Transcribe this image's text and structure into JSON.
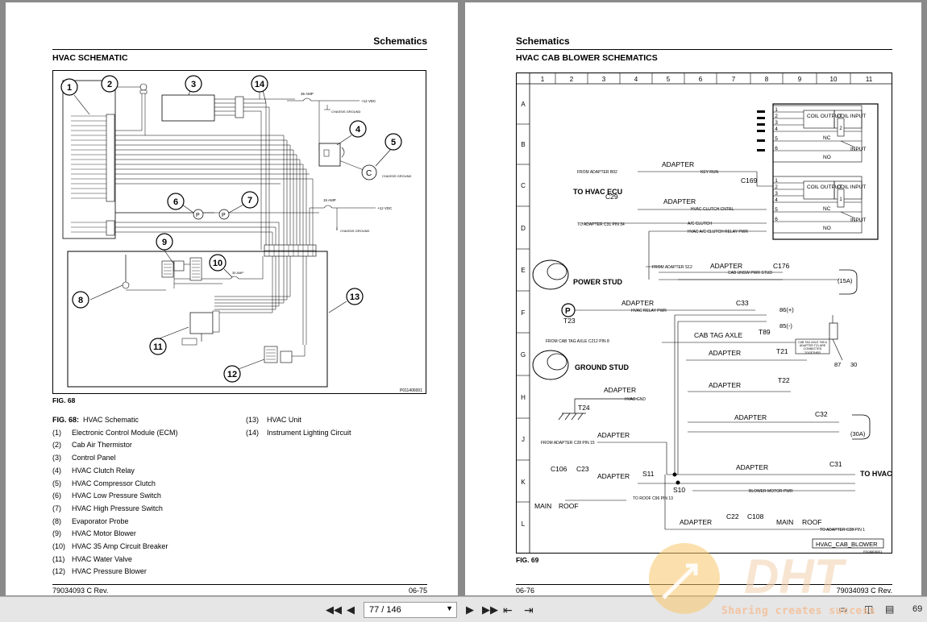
{
  "left_page": {
    "section": "Schematics",
    "heading": "HVAC SCHEMATIC",
    "fig_label": "FIG. 68",
    "diagram": {
      "callouts": [
        "1",
        "2",
        "3",
        "4",
        "5",
        "6",
        "7",
        "8",
        "9",
        "10",
        "11",
        "12",
        "13",
        "14"
      ],
      "amp35": "35 AMP",
      "amp15": "15 AMP",
      "amp35b": "35 AMP",
      "v12": "+12 VDC",
      "v12b": "+12 VDC",
      "chassis": "CHASSIS GROUND",
      "chassis2": "CHASSIS GROUND",
      "chassis3": "CHASSIS GROUND",
      "p_label": "P",
      "c_label": "C",
      "part_no": "P011406001"
    },
    "caption_prefix": "FIG. 68:",
    "caption_text": "HVAC Schematic",
    "legend_left": [
      {
        "n": "(1)",
        "t": "Electronic Control Module (ECM)"
      },
      {
        "n": "(2)",
        "t": "Cab Air Thermistor"
      },
      {
        "n": "(3)",
        "t": "Control Panel"
      },
      {
        "n": "(4)",
        "t": "HVAC Clutch Relay"
      },
      {
        "n": "(5)",
        "t": "HVAC Compressor Clutch"
      },
      {
        "n": "(6)",
        "t": "HVAC Low Pressure Switch"
      },
      {
        "n": "(7)",
        "t": "HVAC High Pressure Switch"
      },
      {
        "n": "(8)",
        "t": "Evaporator Probe"
      },
      {
        "n": "(9)",
        "t": "HVAC Motor Blower"
      },
      {
        "n": "(10)",
        "t": "HVAC 35 Amp Circuit Breaker"
      },
      {
        "n": "(11)",
        "t": "HVAC Water Valve"
      },
      {
        "n": "(12)",
        "t": "HVAC Pressure Blower"
      }
    ],
    "legend_right": [
      {
        "n": "(13)",
        "t": "HVAC Unit"
      },
      {
        "n": "(14)",
        "t": "Instrument Lighting Circuit"
      }
    ],
    "footer_left": "79034093 C Rev.",
    "footer_right": "06-75"
  },
  "right_page": {
    "section": "Schematics",
    "heading": "HVAC CAB BLOWER SCHEMATICS",
    "fig_label": "FIG. 69",
    "cols": [
      "1",
      "2",
      "3",
      "4",
      "5",
      "6",
      "7",
      "8",
      "9",
      "10",
      "11"
    ],
    "rows": [
      "A",
      "B",
      "C",
      "D",
      "E",
      "F",
      "G",
      "H",
      "J",
      "K",
      "L"
    ],
    "labels": {
      "coil_output": "COIL OUTPUT",
      "coil_input": "COIL INPUT",
      "coil_output2": "COIL OUTPUT",
      "coil_input2": "COIL INPUT",
      "nc": "NC",
      "no": "NO",
      "input": "INPUT",
      "nc2": "NC",
      "no2": "NO",
      "input2": "INPUT",
      "adapter": "ADAPTER",
      "from_adapter_b92": "FROM ADAPTER B92",
      "key_run": "KEY RUN",
      "c169": "C169",
      "to_hvac_ecu": "TO HVAC ECU",
      "c29": "C29",
      "hvac_clutch_cntrl": "HVAC CLUTCH CNTRL",
      "to_adapter_c31": "TO ADAPTER C31 PIN 34",
      "ac_clutch": "A/C CLUTCH",
      "ac_clutch_relay": "HVAC A/C CLUTCH RELAY PWR",
      "power_stud": "POWER STUD",
      "from_adapter_s12": "FROM ADAPTER S12",
      "cab_unsw": "CAB UNSW PWR STUD",
      "c176": "C176",
      "fuse15": "(15A)",
      "p_sym": "P",
      "t23": "T23",
      "relay_pwr": "HVAC RELAY PWR",
      "c33": "C33",
      "plus86": "86(+)",
      "minus85": "85(-)",
      "cab_tag_axle": "CAB TAG AXLE",
      "from_cab_tag": "FROM CAB TAG AXLE C212 PIN 8",
      "t89": "T89",
      "note": "CAB TAG AXLE T89 & ADAPTER T21 ARE CONNECTED TOGETHER",
      "t21": "T21",
      "n87": "87",
      "n30": "30",
      "ground_stud": "GROUND STUD",
      "t22": "T22",
      "hvac_gnd": "HVAC GND",
      "t24": "T24",
      "c32": "C32",
      "fuse30": "(30A)",
      "from_adapter_c28": "FROM ADAPTER C28 PIN 15",
      "c106": "C106",
      "c23": "C23",
      "s11": "S11",
      "s10": "S10",
      "c31": "C31",
      "to_hvac_ecu2": "TO HVAC ECU",
      "main": "MAIN",
      "roof": "ROOF",
      "to_roof": "TO ROOF C96 PIN 13",
      "blower_motor": "BLOWER MOTOR PWR",
      "c22": "C22",
      "c108": "C108",
      "main2": "MAIN",
      "roof2": "ROOF",
      "to_adapter_c28": "TO ADAPTER C28 PIN 1",
      "title_block": "HVAC_CAB_BLOWER",
      "part_no2": "RS08808001"
    },
    "footer_left": "06-76",
    "footer_right": "79034093 C Rev."
  },
  "toolbar": {
    "page_value": "77 / 146",
    "zoom": "69"
  },
  "watermark": {
    "logo": "DHT",
    "slogan": "Sharing creates success"
  }
}
